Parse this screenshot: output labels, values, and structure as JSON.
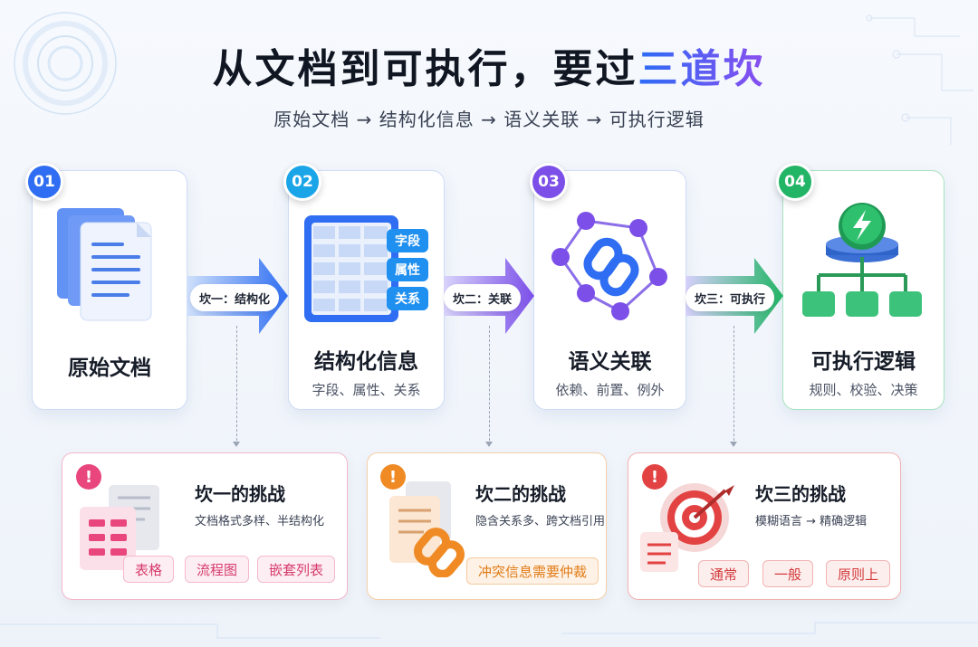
{
  "title": {
    "main": "从文档到可执行，要过",
    "highlight": "三道坎"
  },
  "subtitle": "原始文档 → 结构化信息 → 语义关联 → 可执行逻辑",
  "steps": [
    {
      "num": "01",
      "name": "原始文档",
      "desc": ""
    },
    {
      "num": "02",
      "name": "结构化信息",
      "desc": "字段、属性、关系",
      "tags": [
        "字段",
        "属性",
        "关系"
      ]
    },
    {
      "num": "03",
      "name": "语义关联",
      "desc": "依赖、前置、例外"
    },
    {
      "num": "04",
      "name": "可执行逻辑",
      "desc": "规则、校验、决策"
    }
  ],
  "arrows": [
    {
      "label": "坎一：结构化"
    },
    {
      "label": "坎二：关联"
    },
    {
      "label": "坎三：可执行"
    }
  ],
  "challenges": [
    {
      "title": "坎一的挑战",
      "desc": "文档格式多样、半结构化",
      "chips": [
        "表格",
        "流程图",
        "嵌套列表"
      ]
    },
    {
      "title": "坎二的挑战",
      "desc": "隐含关系多、跨文档引用",
      "chips": [
        "冲突信息需要仲裁"
      ]
    },
    {
      "title": "坎三的挑战",
      "desc": "模糊语言 → 精确逻辑",
      "chips": [
        "通常",
        "一般",
        "原则上"
      ]
    }
  ],
  "colors": {
    "step1": "#2f6ef2",
    "step2": "#1aa5e8",
    "step3": "#7b4fe8",
    "step4": "#22b566",
    "card1": "#e8467c",
    "card2": "#f08a24",
    "card3": "#e34242"
  },
  "icons": [
    "document-stack-icon",
    "table-grid-icon",
    "link-network-icon",
    "lightning-gear-icon",
    "warning-icon",
    "target-icon"
  ]
}
